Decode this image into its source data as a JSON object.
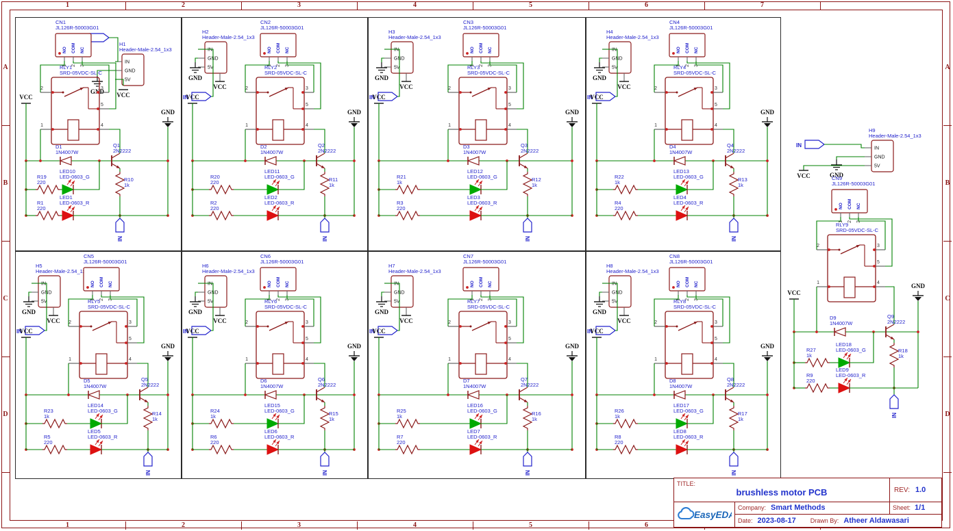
{
  "sheet": {
    "border_columns": [
      "1",
      "2",
      "3",
      "4",
      "5",
      "6",
      "7",
      ""
    ],
    "border_rows": [
      "A",
      "B",
      "C",
      "D"
    ],
    "labels": {
      "vcc": "VCC",
      "gnd": "GND",
      "input": "IN"
    },
    "shared": {
      "header_pins": [
        "IN",
        "GND",
        "5V"
      ],
      "connector_pins": [
        "NO",
        "COM",
        "NC"
      ],
      "connector_pin_numbers": [
        "1",
        "2",
        "3"
      ],
      "relay_pin_numbers": [
        "1",
        "2",
        "3",
        "4",
        "5"
      ]
    },
    "colors": {
      "wire": "#008000",
      "component": "#8b1a1a",
      "label": "#2222cc",
      "junction": "#cc2222",
      "frame": "#8b1414",
      "led_green": "#00aa00",
      "led_red": "#dd1111"
    }
  },
  "circuits": [
    {
      "connector": {
        "ref": "CN1",
        "part": "JL126R-50003G01"
      },
      "header": {
        "ref": "H1",
        "part": "Header-Male-2.54_1x3"
      },
      "relay": {
        "ref": "RLY1",
        "part": "SRD-05VDC-SL-C"
      },
      "diode": {
        "ref": "D1",
        "part": "1N4007W"
      },
      "transistor": {
        "ref": "Q1",
        "part": "2N2222"
      },
      "resistor_green": {
        "ref": "R19",
        "value": "220"
      },
      "resistor_red": {
        "ref": "R1",
        "value": "220"
      },
      "resistor_base": {
        "ref": "R10",
        "value": "1k"
      },
      "led_green": {
        "ref": "LED10",
        "part": "LED-0603_G"
      },
      "led_red": {
        "ref": "LED1",
        "part": "LED-0603_R"
      }
    },
    {
      "connector": {
        "ref": "CN2",
        "part": "JL126R-50003G01"
      },
      "header": {
        "ref": "H2",
        "part": "Header-Male-2.54_1x3"
      },
      "relay": {
        "ref": "RLY2",
        "part": "SRD-05VDC-SL-C"
      },
      "diode": {
        "ref": "D2",
        "part": "1N4007W"
      },
      "transistor": {
        "ref": "Q2",
        "part": "2N2222"
      },
      "resistor_green": {
        "ref": "R20",
        "value": "220"
      },
      "resistor_red": {
        "ref": "R2",
        "value": "220"
      },
      "resistor_base": {
        "ref": "R11",
        "value": "1k"
      },
      "led_green": {
        "ref": "LED11",
        "part": "LED-0603_G"
      },
      "led_red": {
        "ref": "LED2",
        "part": "LED-0603_R"
      }
    },
    {
      "connector": {
        "ref": "CN3",
        "part": "JL126R-50003G01"
      },
      "header": {
        "ref": "H3",
        "part": "Header-Male-2.54_1x3"
      },
      "relay": {
        "ref": "RLY3",
        "part": "SRD-05VDC-SL-C"
      },
      "diode": {
        "ref": "D3",
        "part": "1N4007W"
      },
      "transistor": {
        "ref": "Q3",
        "part": "2N2222"
      },
      "resistor_green": {
        "ref": "R21",
        "value": "1k"
      },
      "resistor_red": {
        "ref": "R3",
        "value": "220"
      },
      "resistor_base": {
        "ref": "R12",
        "value": "1k"
      },
      "led_green": {
        "ref": "LED12",
        "part": "LED-0603_G"
      },
      "led_red": {
        "ref": "LED3",
        "part": "LED-0603_R"
      }
    },
    {
      "connector": {
        "ref": "CN4",
        "part": "JL126R-50003G01"
      },
      "header": {
        "ref": "H4",
        "part": "Header-Male-2.54_1x3"
      },
      "relay": {
        "ref": "RLY4",
        "part": "SRD-05VDC-SL-C"
      },
      "diode": {
        "ref": "D4",
        "part": "1N4007W"
      },
      "transistor": {
        "ref": "Q4",
        "part": "2N2222"
      },
      "resistor_green": {
        "ref": "R22",
        "value": "1k"
      },
      "resistor_red": {
        "ref": "R4",
        "value": "220"
      },
      "resistor_base": {
        "ref": "R13",
        "value": "1k"
      },
      "led_green": {
        "ref": "LED13",
        "part": "LED-0603_G"
      },
      "led_red": {
        "ref": "LED4",
        "part": "LED-0603_R"
      }
    },
    {
      "connector": {
        "ref": "CN5",
        "part": "JL126R-50003G01"
      },
      "header": {
        "ref": "H5",
        "part": "Header-Male-2.54_1x3"
      },
      "relay": {
        "ref": "RLY5",
        "part": "SRD-05VDC-SL-C"
      },
      "diode": {
        "ref": "D5",
        "part": "1N4007W"
      },
      "transistor": {
        "ref": "Q5",
        "part": "2N2222"
      },
      "resistor_green": {
        "ref": "R23",
        "value": "1k"
      },
      "resistor_red": {
        "ref": "R5",
        "value": "220"
      },
      "resistor_base": {
        "ref": "R14",
        "value": "1k"
      },
      "led_green": {
        "ref": "LED14",
        "part": "LED-0603_G"
      },
      "led_red": {
        "ref": "LED5",
        "part": "LED-0603_R"
      }
    },
    {
      "connector": {
        "ref": "CN6",
        "part": "JL126R-50003G01"
      },
      "header": {
        "ref": "H6",
        "part": "Header-Male-2.54_1x3"
      },
      "relay": {
        "ref": "RLY6",
        "part": "SRD-05VDC-SL-C"
      },
      "diode": {
        "ref": "D6",
        "part": "1N4007W"
      },
      "transistor": {
        "ref": "Q6",
        "part": "2N2222"
      },
      "resistor_green": {
        "ref": "R24",
        "value": "1k"
      },
      "resistor_red": {
        "ref": "R6",
        "value": "220"
      },
      "resistor_base": {
        "ref": "R15",
        "value": "1k"
      },
      "led_green": {
        "ref": "LED15",
        "part": "LED-0603_G"
      },
      "led_red": {
        "ref": "LED6",
        "part": "LED-0603_R"
      }
    },
    {
      "connector": {
        "ref": "CN7",
        "part": "JL126R-50003G01"
      },
      "header": {
        "ref": "H7",
        "part": "Header-Male-2.54_1x3"
      },
      "relay": {
        "ref": "RLY7",
        "part": "SRD-05VDC-SL-C"
      },
      "diode": {
        "ref": "D7",
        "part": "1N4007W"
      },
      "transistor": {
        "ref": "Q7",
        "part": "2N2222"
      },
      "resistor_green": {
        "ref": "R25",
        "value": "1k"
      },
      "resistor_red": {
        "ref": "R7",
        "value": "220"
      },
      "resistor_base": {
        "ref": "R16",
        "value": "1k"
      },
      "led_green": {
        "ref": "LED16",
        "part": "LED-0603_G"
      },
      "led_red": {
        "ref": "LED7",
        "part": "LED-0603_R"
      }
    },
    {
      "connector": {
        "ref": "CN8",
        "part": "JL126R-50003G01"
      },
      "header": {
        "ref": "H8",
        "part": "Header-Male-2.54_1x3"
      },
      "relay": {
        "ref": "RLY8",
        "part": "SRD-05VDC-SL-C"
      },
      "diode": {
        "ref": "D8",
        "part": "1N4007W"
      },
      "transistor": {
        "ref": "Q8",
        "part": "2N2222"
      },
      "resistor_green": {
        "ref": "R26",
        "value": "1k"
      },
      "resistor_red": {
        "ref": "R8",
        "value": "220"
      },
      "resistor_base": {
        "ref": "R17",
        "value": "1k"
      },
      "led_green": {
        "ref": "LED17",
        "part": "LED-0603_G"
      },
      "led_red": {
        "ref": "LED8",
        "part": "LED-0603_R"
      }
    },
    {
      "connector": {
        "ref": "CN9",
        "part": "JL126R-50003G01"
      },
      "header": {
        "ref": "H9",
        "part": "Header-Male-2.54_1x3"
      },
      "relay": {
        "ref": "RLY9",
        "part": "SRD-05VDC-SL-C"
      },
      "diode": {
        "ref": "D9",
        "part": "1N4007W"
      },
      "transistor": {
        "ref": "Q9",
        "part": "2N2222"
      },
      "resistor_green": {
        "ref": "R27",
        "value": "1k"
      },
      "resistor_red": {
        "ref": "R9",
        "value": "220"
      },
      "resistor_base": {
        "ref": "R18",
        "value": "1k"
      },
      "led_green": {
        "ref": "LED18",
        "part": "LED-0603_G"
      },
      "led_red": {
        "ref": "LED9",
        "part": "LED-0603_R"
      }
    }
  ],
  "title_block": {
    "title_label": "TITLE:",
    "title": "brushless motor PCB",
    "rev_label": "REV:",
    "rev": "1.0",
    "logo_text": "EasyEDA",
    "company_label": "Company:",
    "company": "Smart Methods",
    "sheet_label": "Sheet:",
    "sheet": "1/1",
    "date_label": "Date:",
    "date": "2023-08-17",
    "drawn_label": "Drawn By:",
    "drawn_by": "Atheer Aldawasari"
  }
}
